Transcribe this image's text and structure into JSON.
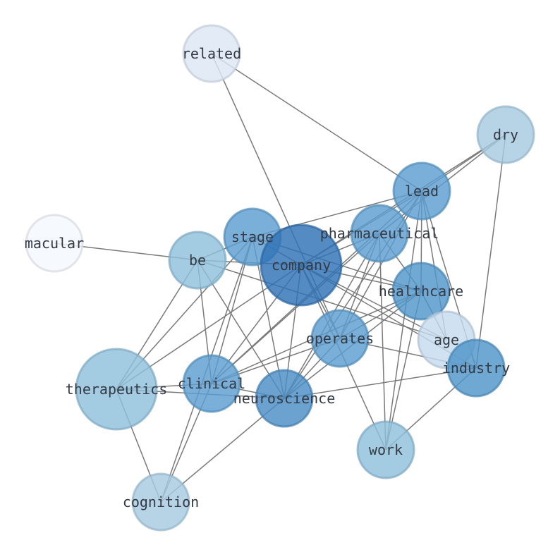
{
  "graph": {
    "nodes": [
      {
        "id": "related",
        "label": "related",
        "color": "#dde6f4"
      },
      {
        "id": "dry",
        "label": "dry",
        "color": "#a7cbe2"
      },
      {
        "id": "lead",
        "label": "lead",
        "color": "#5b9ecf"
      },
      {
        "id": "macular",
        "label": "macular",
        "color": "#f4f8fd"
      },
      {
        "id": "stage",
        "label": "stage",
        "color": "#5b9ecf"
      },
      {
        "id": "pharmaceutical",
        "label": "pharmaceutical",
        "color": "#5b9ecf"
      },
      {
        "id": "be",
        "label": "be",
        "color": "#8fbfdc"
      },
      {
        "id": "company",
        "label": "company",
        "color": "#2f72b6"
      },
      {
        "id": "healthcare",
        "label": "healthcare",
        "color": "#5096ca"
      },
      {
        "id": "operates",
        "label": "operates",
        "color": "#5b9ecf"
      },
      {
        "id": "age",
        "label": "age",
        "color": "#c6dbee"
      },
      {
        "id": "industry",
        "label": "industry",
        "color": "#4f95c9"
      },
      {
        "id": "therapeutics",
        "label": "therapeutics",
        "color": "#8fbfdc"
      },
      {
        "id": "clinical",
        "label": "clinical",
        "color": "#5b9ecf"
      },
      {
        "id": "neuroscience",
        "label": "neuroscience",
        "color": "#4a8ec6"
      },
      {
        "id": "work",
        "label": "work",
        "color": "#8fbfdc"
      },
      {
        "id": "cognition",
        "label": "cognition",
        "color": "#a7cbe2"
      }
    ],
    "edges": [
      [
        "related",
        "lead"
      ],
      [
        "related",
        "operates"
      ],
      [
        "dry",
        "lead"
      ],
      [
        "dry",
        "pharmaceutical"
      ],
      [
        "dry",
        "company"
      ],
      [
        "dry",
        "industry"
      ],
      [
        "lead",
        "company"
      ],
      [
        "lead",
        "stage"
      ],
      [
        "lead",
        "healthcare"
      ],
      [
        "lead",
        "operates"
      ],
      [
        "lead",
        "neuroscience"
      ],
      [
        "lead",
        "work"
      ],
      [
        "lead",
        "age"
      ],
      [
        "lead",
        "industry"
      ],
      [
        "lead",
        "clinical"
      ],
      [
        "macular",
        "be"
      ],
      [
        "stage",
        "company"
      ],
      [
        "stage",
        "be"
      ],
      [
        "stage",
        "healthcare"
      ],
      [
        "stage",
        "clinical"
      ],
      [
        "stage",
        "neuroscience"
      ],
      [
        "stage",
        "cognition"
      ],
      [
        "stage",
        "therapeutics"
      ],
      [
        "pharmaceutical",
        "company"
      ],
      [
        "pharmaceutical",
        "healthcare"
      ],
      [
        "pharmaceutical",
        "operates"
      ],
      [
        "pharmaceutical",
        "neuroscience"
      ],
      [
        "pharmaceutical",
        "work"
      ],
      [
        "pharmaceutical",
        "clinical"
      ],
      [
        "be",
        "company"
      ],
      [
        "be",
        "clinical"
      ],
      [
        "be",
        "neuroscience"
      ],
      [
        "be",
        "therapeutics"
      ],
      [
        "be",
        "age"
      ],
      [
        "company",
        "healthcare"
      ],
      [
        "company",
        "operates"
      ],
      [
        "company",
        "work"
      ],
      [
        "company",
        "neuroscience"
      ],
      [
        "company",
        "age"
      ],
      [
        "company",
        "therapeutics"
      ],
      [
        "company",
        "clinical"
      ],
      [
        "company",
        "industry"
      ],
      [
        "healthcare",
        "operates"
      ],
      [
        "healthcare",
        "neuroscience"
      ],
      [
        "healthcare",
        "work"
      ],
      [
        "healthcare",
        "age"
      ],
      [
        "healthcare",
        "clinical"
      ],
      [
        "operates",
        "neuroscience"
      ],
      [
        "operates",
        "industry"
      ],
      [
        "operates",
        "clinical"
      ],
      [
        "industry",
        "neuroscience"
      ],
      [
        "industry",
        "work"
      ],
      [
        "therapeutics",
        "clinical"
      ],
      [
        "therapeutics",
        "neuroscience"
      ],
      [
        "therapeutics",
        "cognition"
      ],
      [
        "clinical",
        "cognition"
      ],
      [
        "clinical",
        "neuroscience"
      ],
      [
        "neuroscience",
        "cognition"
      ]
    ]
  }
}
